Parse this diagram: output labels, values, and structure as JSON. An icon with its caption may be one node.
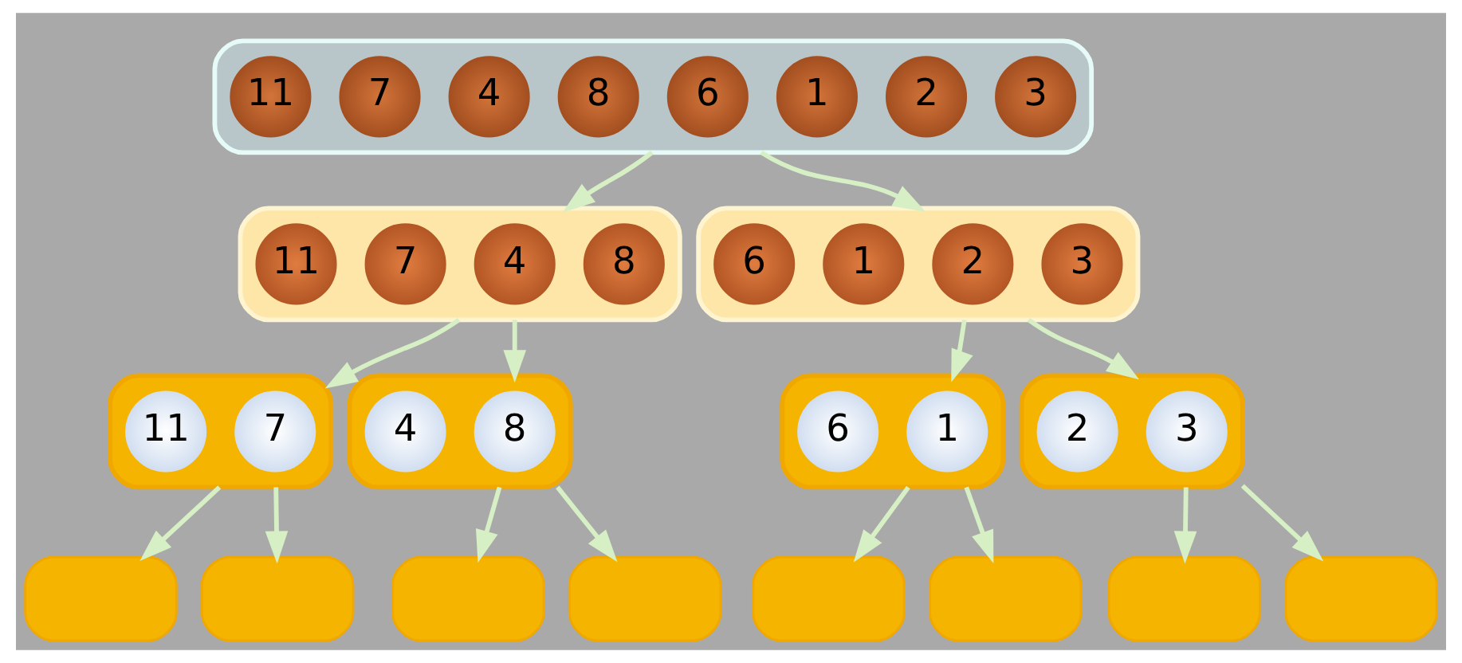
{
  "diagram": {
    "nodes": [
      {
        "text": [],
        "shape": "box"
      },
      {
        "text": [
          "11"
        ],
        "in": 0
      },
      {
        "text": [
          "7"
        ],
        "in": 0
      },
      {
        "text": [
          "4"
        ],
        "in": 0
      },
      {
        "text": [
          "8"
        ],
        "in": 0
      },
      {
        "text": [
          "6"
        ],
        "in": 0
      },
      {
        "text": [
          "1"
        ],
        "in": 0
      },
      {
        "text": [
          "2"
        ],
        "in": 0
      },
      {
        "text": [
          "3"
        ],
        "in": 0
      },
      {
        "text": [],
        "shape": "box"
      },
      {
        "text": [
          "11"
        ],
        "in": 9
      },
      {
        "text": [
          "7"
        ],
        "in": 9
      },
      {
        "text": [
          "4"
        ],
        "in": 9
      },
      {
        "text": [
          "8"
        ],
        "in": 9
      },
      {
        "text": [],
        "shape": "box"
      },
      {
        "text": [
          "6"
        ],
        "in": 14
      },
      {
        "text": [
          "1"
        ],
        "in": 14
      },
      {
        "text": [
          "2"
        ],
        "in": 14
      },
      {
        "text": [
          "3"
        ],
        "in": 14
      },
      {
        "text": [],
        "shape": "box"
      },
      {
        "text": [
          "11"
        ],
        "in": 19
      },
      {
        "text": [
          "7"
        ],
        "in": 19
      },
      {
        "text": [],
        "shape": "box"
      },
      {
        "text": [
          "4"
        ],
        "in": 22
      },
      {
        "text": [
          "8"
        ],
        "in": 22
      },
      {
        "text": [],
        "shape": "box"
      },
      {
        "text": [
          "6"
        ],
        "in": 25
      },
      {
        "text": [
          "1"
        ],
        "in": 25
      },
      {
        "text": [],
        "shape": "box"
      },
      {
        "text": [
          "2"
        ],
        "in": 28
      },
      {
        "text": [
          "3"
        ],
        "in": 28
      },
      {
        "text": [],
        "shape": "box"
      },
      {
        "text": [],
        "shape": "box"
      },
      {
        "text": [],
        "shape": "box"
      },
      {
        "text": [],
        "shape": "box"
      },
      {
        "text": [],
        "shape": "box"
      },
      {
        "text": [],
        "shape": "box"
      },
      {
        "text": [],
        "shape": "box"
      },
      {
        "text": [],
        "shape": "box"
      }
    ],
    "edges": [
      {
        "from": 0,
        "to": 9,
        "arrow": "to"
      },
      {
        "from": 0,
        "to": 14,
        "arrow": "to"
      },
      {
        "from": 9,
        "to": 19,
        "arrow": "to"
      },
      {
        "from": 9,
        "to": 22,
        "arrow": "to"
      },
      {
        "from": 14,
        "to": 25,
        "arrow": "to"
      },
      {
        "from": 14,
        "to": 28,
        "arrow": "to"
      },
      {
        "from": 19,
        "to": 31,
        "arrow": "to"
      },
      {
        "from": 19,
        "to": 32,
        "arrow": "to"
      },
      {
        "from": 22,
        "to": 33,
        "arrow": "to"
      },
      {
        "from": 22,
        "to": 34,
        "arrow": "to"
      },
      {
        "from": 25,
        "to": 35,
        "arrow": "to"
      },
      {
        "from": 25,
        "to": 36,
        "arrow": "to"
      },
      {
        "from": 28,
        "to": 37,
        "arrow": "to"
      },
      {
        "from": 28,
        "to": 38,
        "arrow": "to"
      }
    ]
  }
}
